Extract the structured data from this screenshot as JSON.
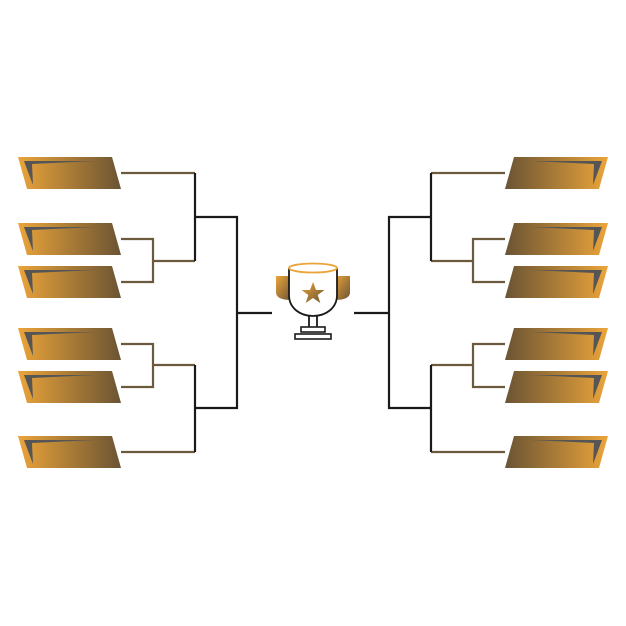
{
  "diagram": {
    "type": "tournament-bracket",
    "slots_per_side": 6,
    "sides": [
      "left",
      "right"
    ],
    "center_icon": "trophy-star-icon",
    "colors": {
      "slot_gradient_start": "#eba43a",
      "slot_gradient_end": "#6a5434",
      "slot_accent": "#555555",
      "line_light": "#6b5a3e",
      "line_dark": "#1a1a1a",
      "trophy_outline": "#1a1a1a"
    }
  }
}
